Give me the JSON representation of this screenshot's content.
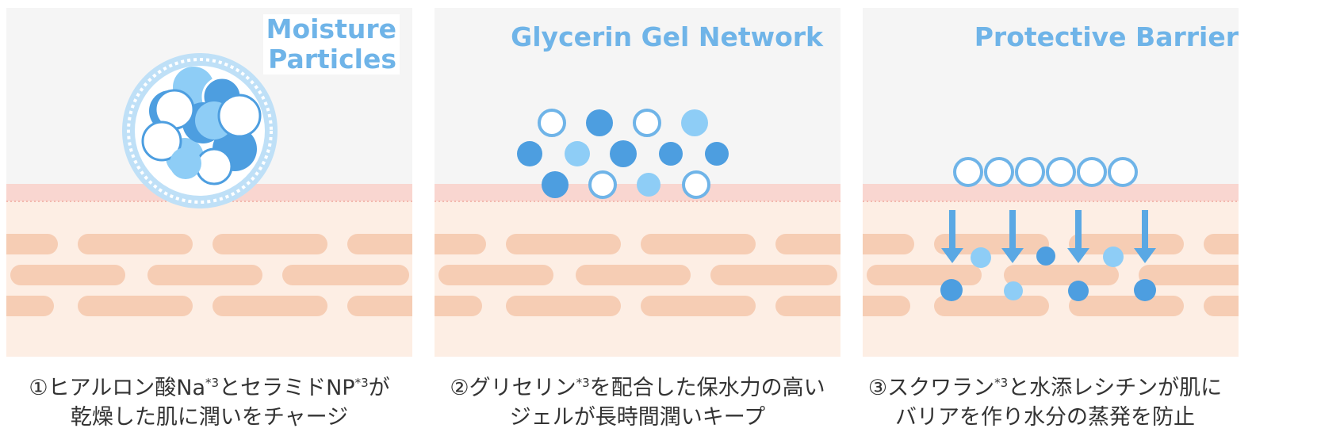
{
  "panels": [
    {
      "title": "Moisture Particles",
      "title_lines": [
        "Moisture",
        "Particles"
      ],
      "caption": {
        "line1_pre": "①ヒアルロン酸Na",
        "sup1": "*3",
        "line1_mid": "とセラミドNP",
        "sup2": "*3",
        "line1_post": "が",
        "line2": "乾燥した肌に潤いをチャージ"
      }
    },
    {
      "title": "Glycerin Gel Network",
      "caption": {
        "line1_pre": "②グリセリン",
        "sup1": "*3",
        "line1_post": "を配合した保水力の高い",
        "line2": "ジェルが長時間潤いキープ"
      }
    },
    {
      "title": "Protective Barrier",
      "caption": {
        "line1_pre": "③スクワラン",
        "sup1": "*3",
        "line1_post": "と水添レシチンが肌に",
        "line2": "バリアを作り水分の蒸発を防止"
      }
    }
  ],
  "colors": {
    "panel_bg": "#f5f5f5",
    "skin_surface": "#f9d6d0",
    "skin_deep": "#fdeee4",
    "skin_cells": "#f6cdb4",
    "accent_blue": "#6fb4e8",
    "dark_blue": "#4d9ee0",
    "light_blue": "#8ecdf6",
    "arrow_blue": "#5aa8e4"
  }
}
